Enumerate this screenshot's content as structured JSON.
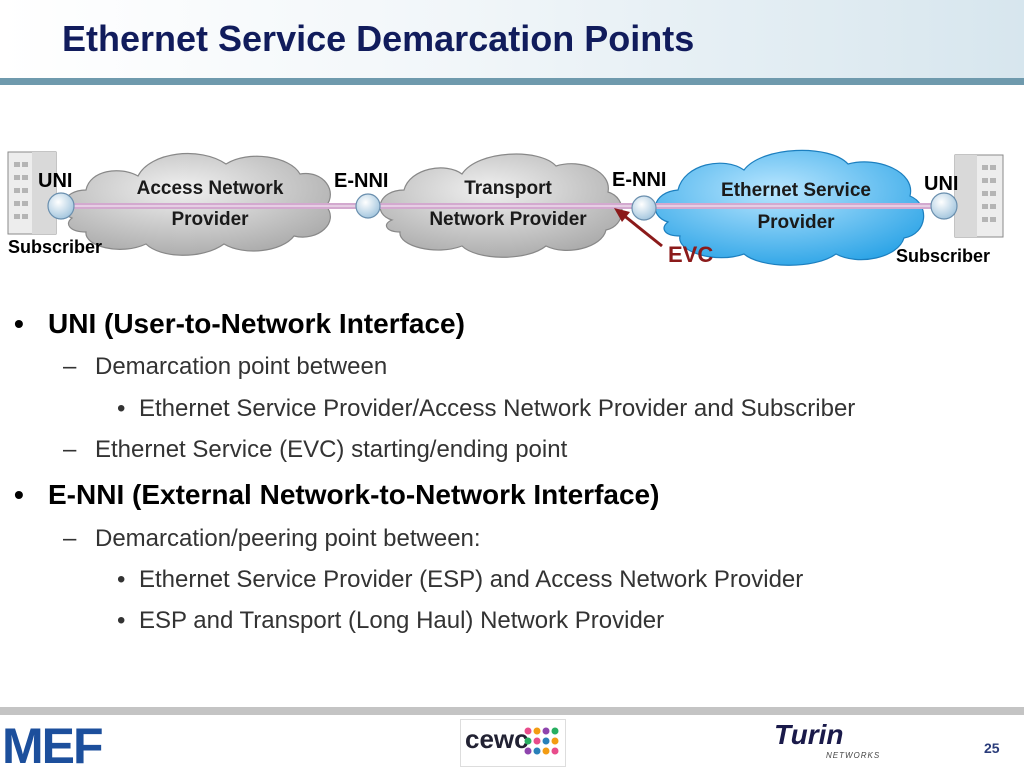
{
  "slide": {
    "title": "Ethernet Service Demarcation Points",
    "page_number": "25"
  },
  "diagram": {
    "left_interface": "UNI",
    "right_interface": "UNI",
    "left_subscriber": "Subscriber",
    "right_subscriber": "Subscriber",
    "enni_1": "E-NNI",
    "enni_2": "E-NNI",
    "cloud_access": {
      "line1": "Access Network",
      "line2": "Provider"
    },
    "cloud_transport": {
      "line1": "Transport",
      "line2": "Network Provider"
    },
    "cloud_esp": {
      "line1": "Ethernet Service",
      "line2": "Provider"
    },
    "evc_label": "EVC",
    "colors": {
      "evc": "#8b1a1a",
      "esp_cloud": "#4fb3ea",
      "grey_cloud": "#bdbdbd",
      "line": "#d3a9cf"
    }
  },
  "bullets": {
    "b1": {
      "marker": "•",
      "text": "UNI (User-to-Network Interface)"
    },
    "b1_1": {
      "marker": "–",
      "text": "Demarcation point between"
    },
    "b1_1_1": {
      "marker": "•",
      "text": "Ethernet Service Provider/Access Network Provider and Subscriber"
    },
    "b1_2": {
      "marker": "–",
      "text": "Ethernet Service (EVC) starting/ending point"
    },
    "b2": {
      "marker": "•",
      "text": "E-NNI (External Network-to-Network Interface)"
    },
    "b2_1": {
      "marker": "–",
      "text": "Demarcation/peering point between:"
    },
    "b2_1_1": {
      "marker": "•",
      "text": "Ethernet Service Provider (ESP) and Access Network Provider"
    },
    "b2_1_2": {
      "marker": "•",
      "text": "ESP and Transport (Long Haul) Network Provider"
    }
  },
  "footer": {
    "logo_mef": "MEF",
    "logo_cewc": "cewc",
    "logo_turin": "Turin",
    "logo_turin_sub": "NETWORKS"
  }
}
